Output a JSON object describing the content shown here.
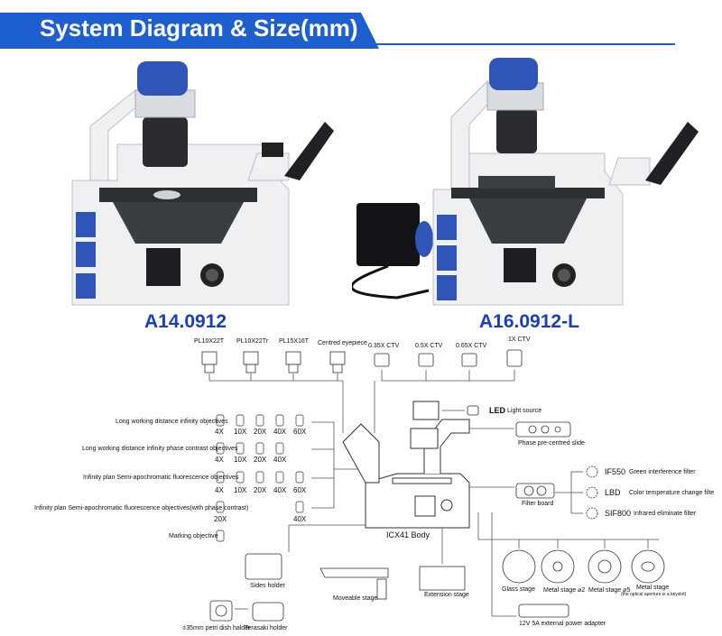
{
  "header": {
    "title": "System Diagram & Size(mm)"
  },
  "models": {
    "left": "A14.0912",
    "right": "A16.0912-L"
  },
  "eyepieces": [
    "PL10X22T",
    "PL10X22Tr",
    "PL15X16T",
    "Centred eyepiece"
  ],
  "ctvs": [
    "0.35X  CTV",
    "0.5X  CTV",
    "0.65X  CTV",
    "1X  CTV"
  ],
  "objectives": [
    {
      "label": "Long working distance infinity objectives",
      "mags": [
        "4X",
        "10X",
        "20X",
        "40X",
        "60X"
      ]
    },
    {
      "label": "Long working distance infinity phase contrast objectives",
      "mags": [
        "4X",
        "10X",
        "20X",
        "40X"
      ]
    },
    {
      "label": "Infinity plan Semi-apochromatic fluorescence objectives",
      "mags": [
        "4X",
        "10X",
        "20X",
        "40X",
        "60X"
      ]
    },
    {
      "label": "Infinity plan Semi-apochromatic fluorescence objectives(with phase contrast)",
      "mags": [
        "20X",
        "40X"
      ]
    },
    {
      "label": "Marking objective",
      "mags": []
    }
  ],
  "body_label": "ICX41 Body",
  "light": {
    "led": "LED",
    "label": "Light source"
  },
  "phase_slide": "Phase pre-centred slide",
  "filter_board": "Filter board",
  "filters": [
    {
      "name": "IF550",
      "desc": "Green interference filter"
    },
    {
      "name": "LBD",
      "desc": "Color temperature change filte"
    },
    {
      "name": "SIF800",
      "desc": "Infrared eliminate filter"
    }
  ],
  "stages": [
    {
      "label": "Glass stage",
      "note": ""
    },
    {
      "label": "Metal stage ⌀2",
      "note": ""
    },
    {
      "label": "Metal stage ⌀5",
      "note": ""
    },
    {
      "label": "Metal stage",
      "note": "(the optical aperture is a keyslot)"
    }
  ],
  "accessories": {
    "sides_holder": "Sides holder",
    "moveable_stage": "Moveable stage",
    "extension_stage": "Extension stage",
    "petri": "⌽35mm petri dish halder",
    "terasaki": "Terasaki holder",
    "power": "12V 5A external power adapter"
  },
  "colors": {
    "accent": "#1e5fd0",
    "model_label": "#1a3fb8",
    "body_blue": "#2f55b8"
  }
}
